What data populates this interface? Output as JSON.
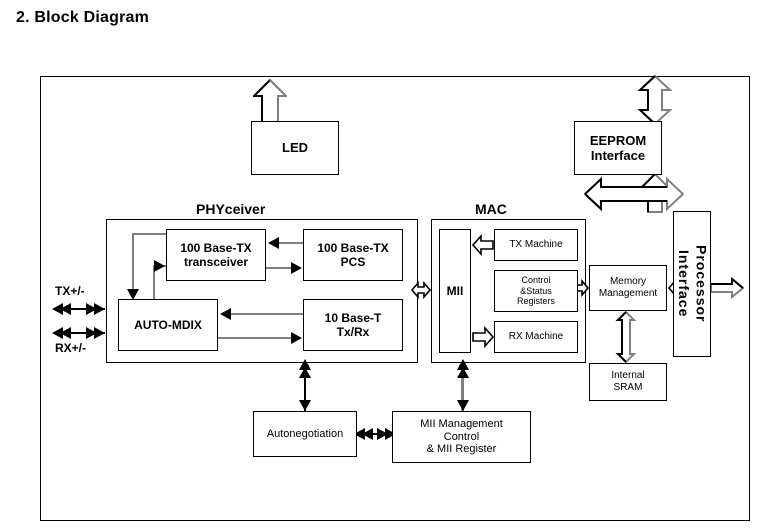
{
  "page": {
    "title": "2. Block Diagram"
  },
  "diagram": {
    "groups": [
      {
        "id": "phyceiver",
        "label": "PHYceiver"
      },
      {
        "id": "mac",
        "label": "MAC"
      }
    ],
    "blocks": [
      {
        "id": "led",
        "label": "LED"
      },
      {
        "id": "eeprom_interface",
        "label": "EEPROM\nInterface"
      },
      {
        "id": "base_tx_transceiver",
        "label": "100 Base-TX\ntransceiver"
      },
      {
        "id": "base_tx_pcs",
        "label": "100 Base-TX\nPCS"
      },
      {
        "id": "auto_mdix",
        "label": "AUTO-MDIX"
      },
      {
        "id": "base_t_txrx",
        "label": "10 Base-T\nTx/Rx"
      },
      {
        "id": "mii",
        "label": "MII"
      },
      {
        "id": "tx_machine",
        "label": "TX Machine"
      },
      {
        "id": "control_status_registers",
        "label": "Control\n&Status\nRegisters"
      },
      {
        "id": "rx_machine",
        "label": "RX Machine"
      },
      {
        "id": "memory_management",
        "label": "Memory\nManagement"
      },
      {
        "id": "internal_sram",
        "label": "Internal\nSRAM"
      },
      {
        "id": "processor_interface",
        "label": "Processor\nInterface"
      },
      {
        "id": "autonegotiation",
        "label": "Autonegotiation"
      },
      {
        "id": "mii_management",
        "label": "MII Management\nControl\n& MII Register"
      }
    ],
    "signal_labels": [
      {
        "id": "tx_pair",
        "label": "TX+/-"
      },
      {
        "id": "rx_pair",
        "label": "RX+/-"
      }
    ],
    "colors": {
      "line": "#7f7f7f",
      "arrowhead": "#000000",
      "border": "#000000",
      "background": "#ffffff",
      "text": "#000000"
    }
  }
}
